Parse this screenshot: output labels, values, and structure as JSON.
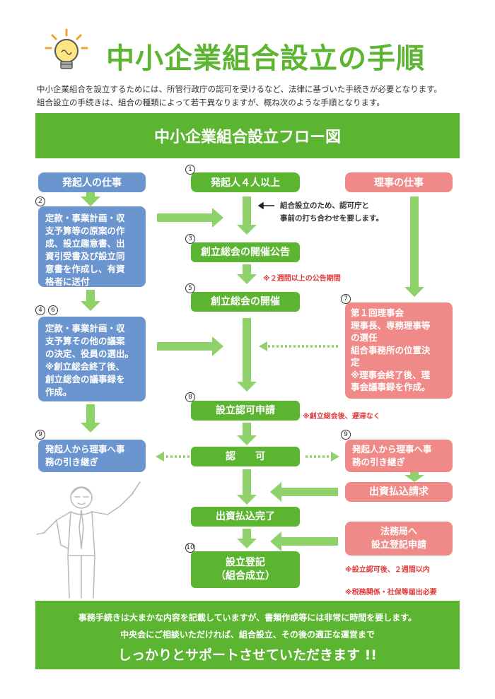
{
  "title": "中小企業組合設立の手順",
  "intro": [
    "中小企業組合を設立するためには、所管行政庁の認可を受けるなど、法律に基づいた手続きが必要となります。",
    "組合設立の手続きは、組合の種類によって若干異なりますが、概ね次のような手順となります。"
  ],
  "banner": "中小企業組合設立フロー図",
  "headers": {
    "founders": "発起人の仕事",
    "step1": "発起人４人以上",
    "directors": "理事の仕事"
  },
  "left": {
    "box2": [
      "定款・事業計画・収",
      "支予算等の原案の作",
      "成、設立趣意書、出",
      "資引受書及び設立同",
      "意書を作成し、有資",
      "格者に送付"
    ],
    "box46": [
      "定款・事業計画・収",
      "支予算その他の議案",
      "の決定、役員の選出。",
      "※創立総会終了後、",
      "創立総会の議事録を",
      "作成。"
    ],
    "box9": [
      "発起人から理事へ事",
      "務の引き継ぎ"
    ]
  },
  "center": {
    "note1": [
      "組合設立のため、認可庁と",
      "事前の打ち合わせを要します。"
    ],
    "step3": "創立総会の開催公告",
    "note3": "※２週間以上の公告期間",
    "step5": "創立総会の開催",
    "step8": "設立認可申請",
    "note8": "※創立総会後、遅滞なく",
    "approval": "認　　可",
    "complete": "出資払込完了",
    "registration": [
      "設立登記",
      "（組合成立）"
    ]
  },
  "right": {
    "box7": [
      "第１回理事会",
      "理事長、専務理事等",
      "の選任",
      "組合事務所の位置決",
      "定",
      "※理事会終了後、理",
      "事会議事録を作成。"
    ],
    "box9": [
      "発起人から理事へ事",
      "務の引き継ぎ"
    ],
    "payment": "出資払込請求",
    "legal": [
      "法務局へ",
      "設立登記申請"
    ],
    "note_a": "※設立認可後、２週間以内",
    "note_b": "※税務関係・社保等届出必要"
  },
  "numbers": {
    "n1": "1",
    "n2": "2",
    "n3": "3",
    "n4": "4",
    "n5": "5",
    "n6": "6",
    "n7": "7",
    "n8": "8",
    "n9a": "9",
    "n9b": "9",
    "n10": "10"
  },
  "footer": {
    "line1": "事務手続きは大まかな内容を記載していますが、書類作成等には非常に時間を要します。",
    "line2": "中央会にご相談いただければ、組合設立、その後の適正な運営まで",
    "line3": "しっかりとサポートさせていただきます !!"
  },
  "colors": {
    "green": "#5cb531",
    "light_green": "#8fd16a",
    "blue": "#6b95cf",
    "pink": "#ef8a88",
    "red_note": "#e03b3b"
  },
  "icons": [
    "lightbulb-icon",
    "presenter-illustration"
  ]
}
